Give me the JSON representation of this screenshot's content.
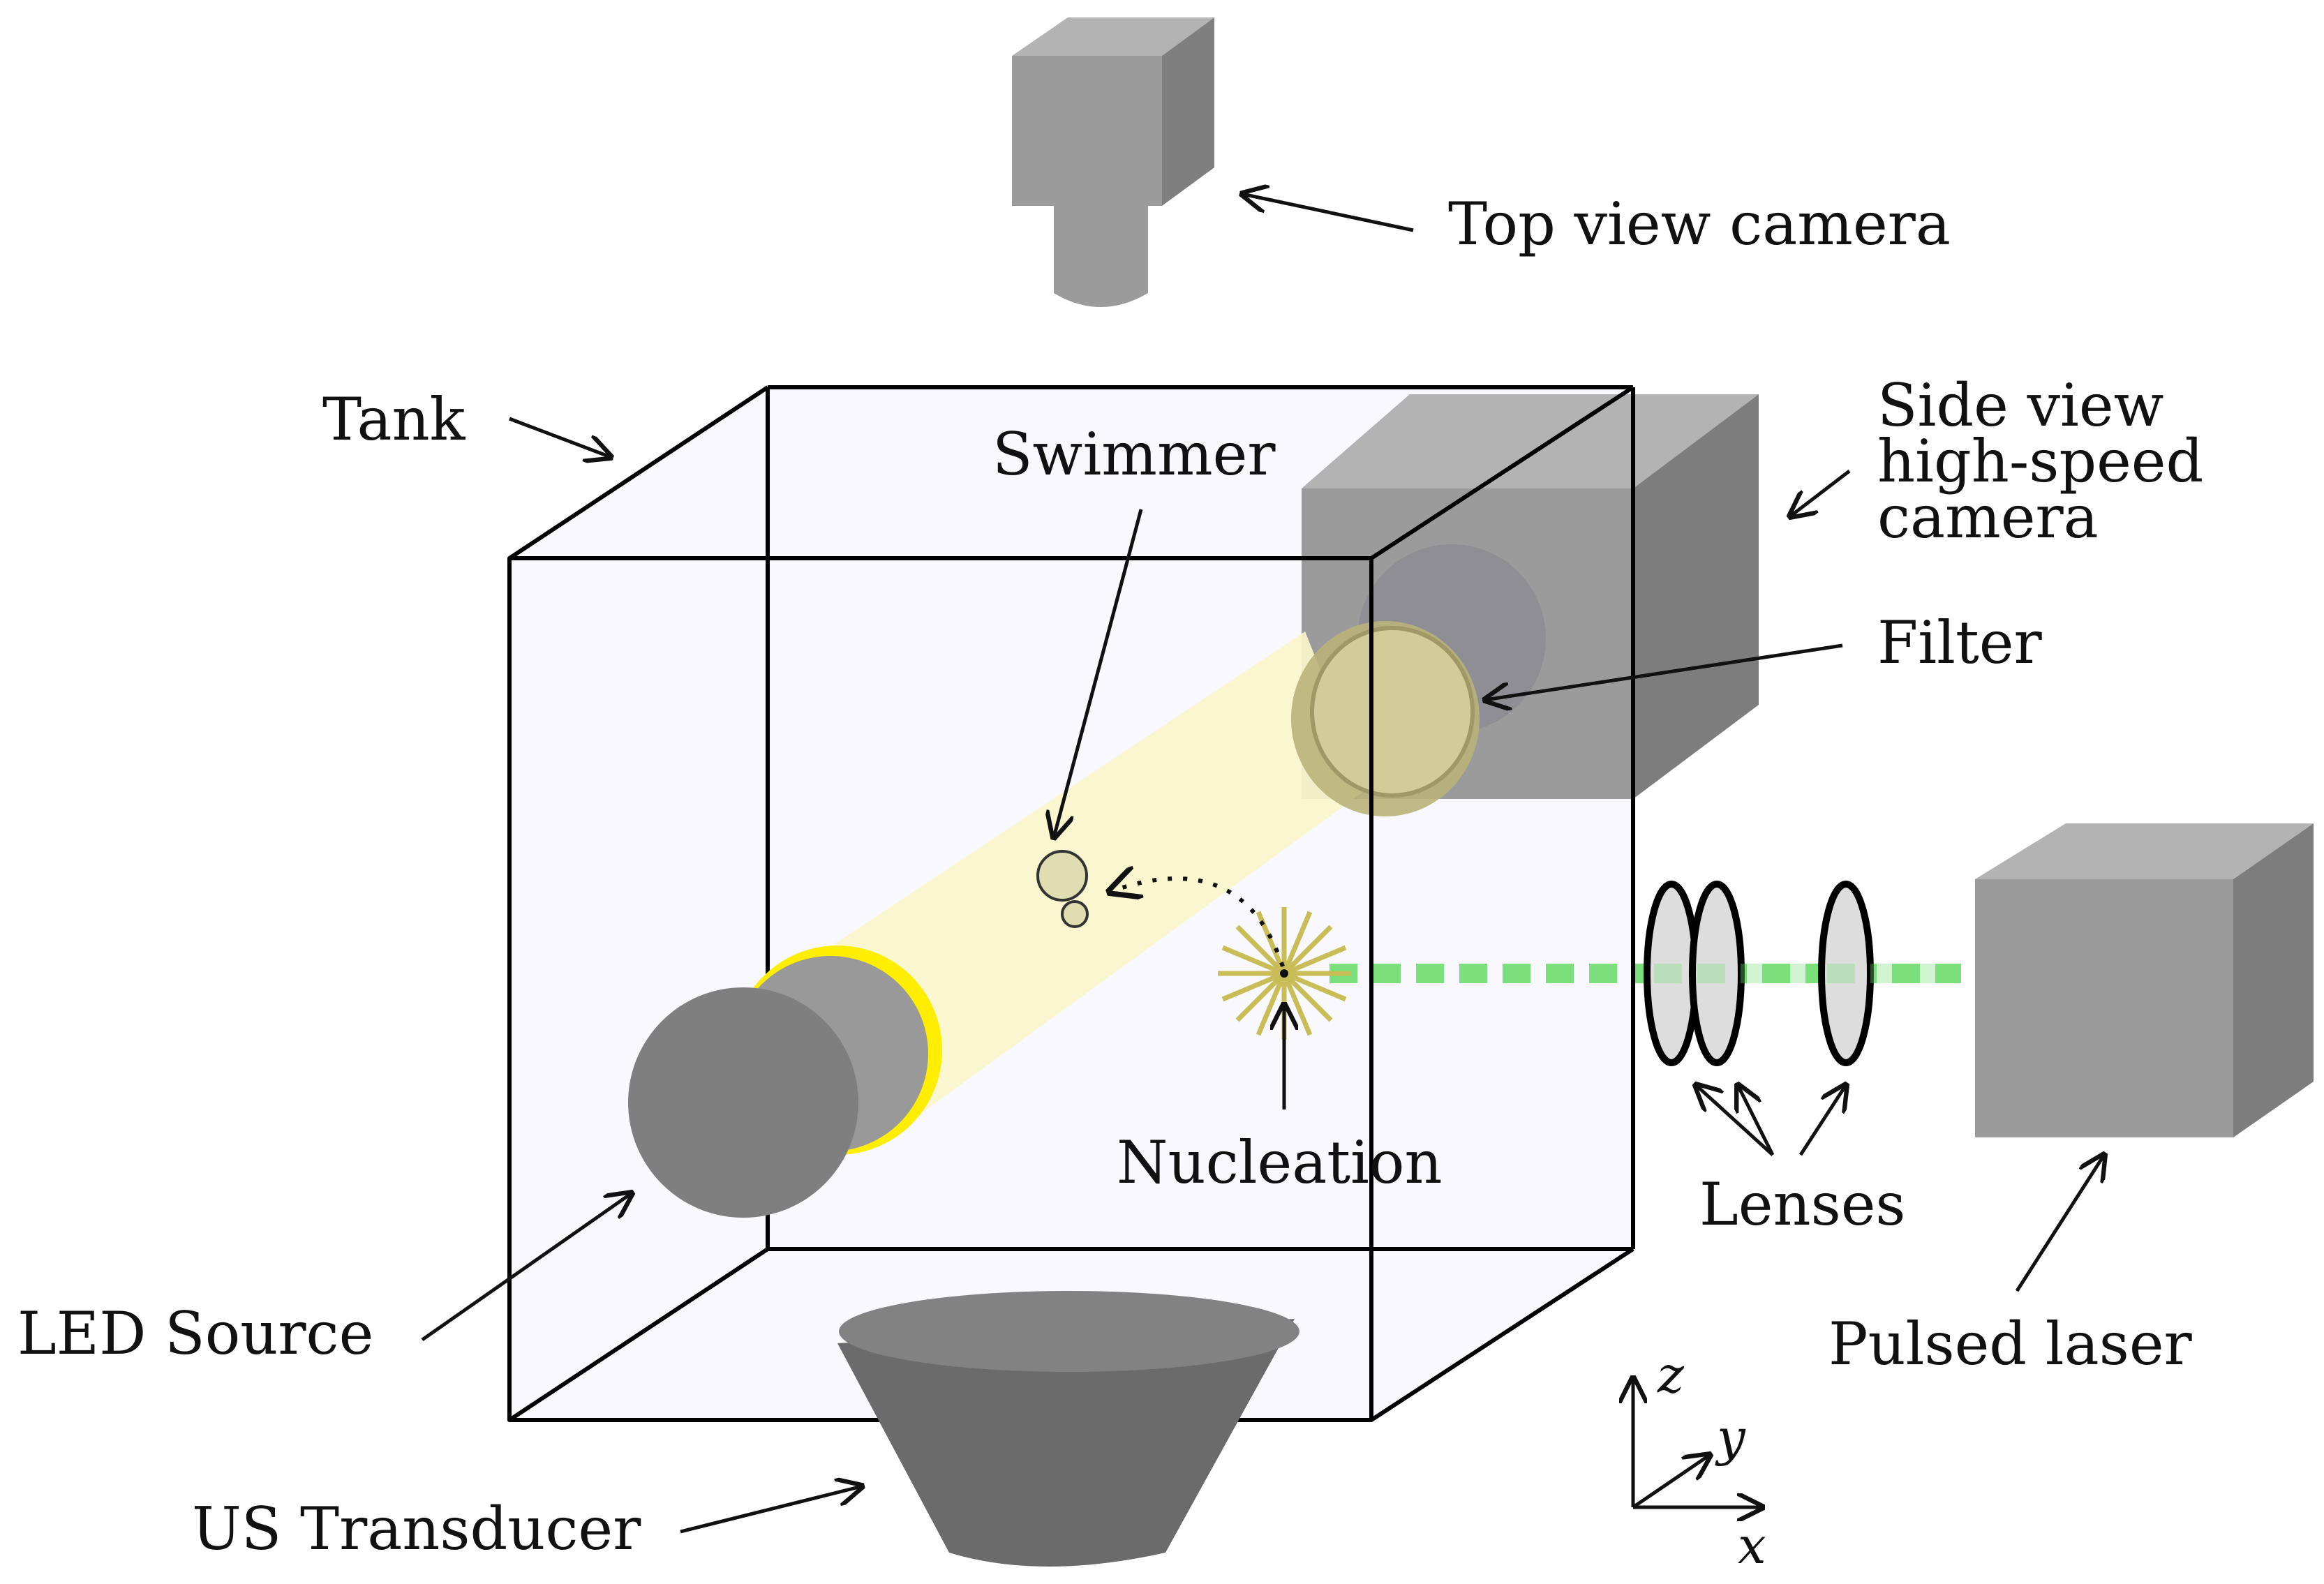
{
  "labels": {
    "top_camera": "Top view camera",
    "tank": "Tank",
    "swimmer": "Swimmer",
    "side_camera_line1": "Side view",
    "side_camera_line2": "high-speed",
    "side_camera_line3": "camera",
    "filter": "Filter",
    "nucleation": "Nucleation",
    "lenses": "Lenses",
    "led_source": "LED Source",
    "us_transducer": "US Transducer",
    "pulsed_laser": "Pulsed laser"
  },
  "axes": {
    "x": "x",
    "y": "y",
    "z": "z"
  },
  "colors": {
    "tank_fill": "#f8f8fe",
    "light_beam": "#faf5cc",
    "led_ring": "#ffee00",
    "laser_beam": "#7be07b",
    "filter": "#b9b27a",
    "camera_light": "#9b9b9b",
    "camera_dark": "#7d7d7d",
    "transducer": "#6b6b6b"
  }
}
